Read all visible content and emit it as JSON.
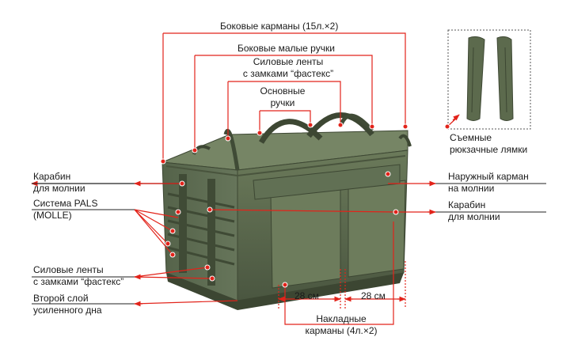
{
  "labels": {
    "side_pockets": "Боковые карманы (15л.×2)",
    "side_small_handles": "Боковые малые ручки",
    "power_straps_top": [
      "Силовые ленты",
      "с замками “фастекс”"
    ],
    "main_handles": [
      "Основные",
      "ручки"
    ],
    "removable_straps": [
      "Съемные",
      "рюкзачные лямки"
    ],
    "zipper_carabiner_left": [
      "Карабин",
      "для молнии"
    ],
    "pals_system": [
      "Система PALS",
      "(MOLLE)"
    ],
    "power_straps_bottom": [
      "Силовые ленты",
      "с замками “фастекс”"
    ],
    "second_bottom_layer": [
      "Второй слой",
      "усиленного дна"
    ],
    "outer_zip_pocket": [
      "Наружный карман",
      "на молнии"
    ],
    "zipper_carabiner_right": [
      "Карабин",
      "для молнии"
    ],
    "dim_left": "28 см",
    "dim_right": "28 см",
    "patch_pockets": [
      "Накладные",
      "карманы (4л.×2)"
    ]
  },
  "colors": {
    "accent": "#e2231a",
    "bag_main": "#5c6a4d",
    "bag_dark": "#444f38",
    "bag_light": "#768565",
    "text": "#1a1a1a"
  }
}
